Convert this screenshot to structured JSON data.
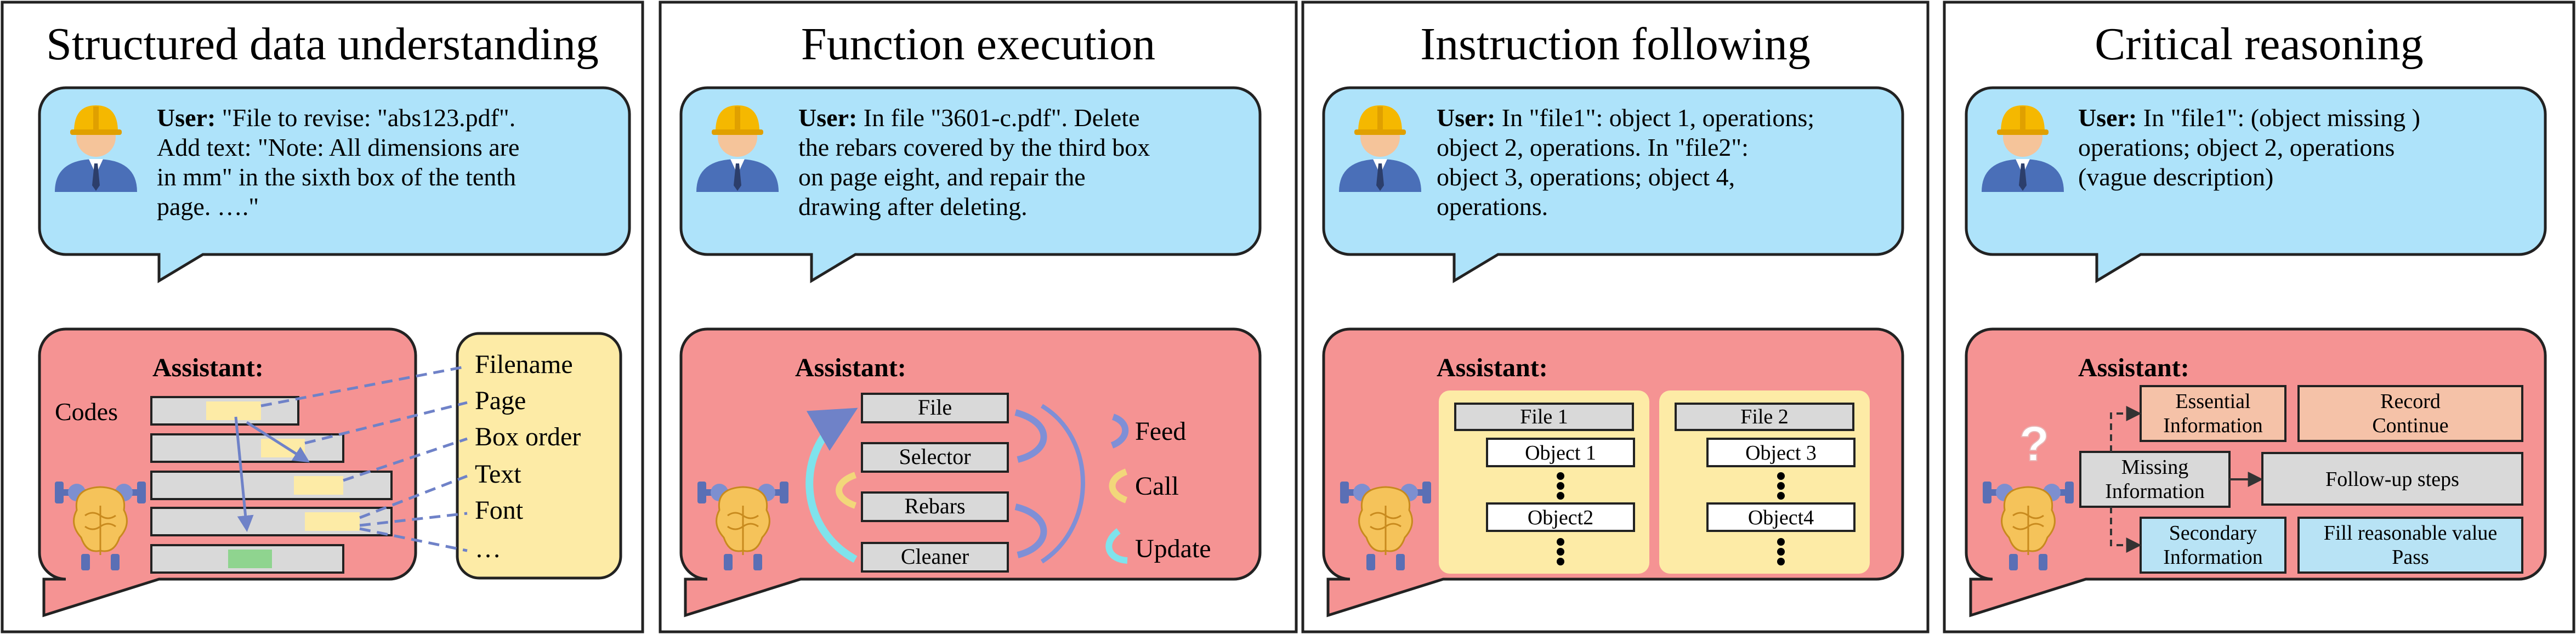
{
  "panels": [
    {
      "title": "Structured data understanding",
      "user_label": "User:",
      "user_lines": [
        {
          "label": "User:",
          "text": " \"File to revise: \"abs123.pdf\"."
        },
        {
          "text": "Add text: \"Note: All dimensions are"
        },
        {
          "text": "in mm\" in the sixth box of the tenth"
        },
        {
          "text": "page. ….\""
        }
      ],
      "assistant_label": "Assistant:",
      "codes_label": "Codes",
      "fields": [
        "Filename",
        "Page",
        "Box order",
        "Text",
        "Font",
        "…"
      ]
    },
    {
      "title": "Function execution",
      "user_lines": [
        {
          "label": "User:",
          "text": " In file \"3601-c.pdf\". Delete"
        },
        {
          "text": "the rebars covered by the third box"
        },
        {
          "text": "on page eight, and repair the"
        },
        {
          "text": "drawing after deleting."
        }
      ],
      "assistant_label": "Assistant:",
      "functions": [
        "File",
        "Selector",
        "Rebars",
        "Cleaner"
      ],
      "legend": [
        {
          "name": "Feed",
          "color": "#7f8fd6"
        },
        {
          "name": "Call",
          "color": "#f2d77a"
        },
        {
          "name": "Update",
          "color": "#7fe3ec"
        }
      ]
    },
    {
      "title": "Instruction following",
      "user_lines": [
        {
          "label": "User:",
          "text": " In \"file1\": object 1, operations;"
        },
        {
          "text": "object 2, operations.  In \"file2\":"
        },
        {
          "text": "object 3, operations; object 4,"
        },
        {
          "text": "operations."
        }
      ],
      "assistant_label": "Assistant:",
      "files": [
        {
          "file": "File 1",
          "objects": [
            "Object 1",
            "Object2"
          ]
        },
        {
          "file": "File 2",
          "objects": [
            "Object 3",
            "Object4"
          ]
        }
      ]
    },
    {
      "title": "Critical reasoning",
      "user_lines": [
        {
          "label": "User:",
          "text": " In \"file1\": (object missing )"
        },
        {
          "text": "operations; object 2, operations"
        },
        {
          "text": "(vague description)"
        }
      ],
      "assistant_label": "Assistant:",
      "question_mark": "?",
      "missing": "Missing Information",
      "essential": "Essential Information",
      "record": "Record Continue",
      "followup": "Follow-up steps",
      "secondary": "Secondary Information",
      "fill": "Fill reasonable value Pass"
    }
  ],
  "colors": {
    "user_bubble": "#aee3fa",
    "assistant_bubble": "#f59393",
    "yellow_box": "#fdeba6",
    "gray_box": "#d9d9d9",
    "orange_box": "#f5c2a8",
    "blue_box": "#b8e3f5",
    "dashed_line": "#6f82c8"
  }
}
